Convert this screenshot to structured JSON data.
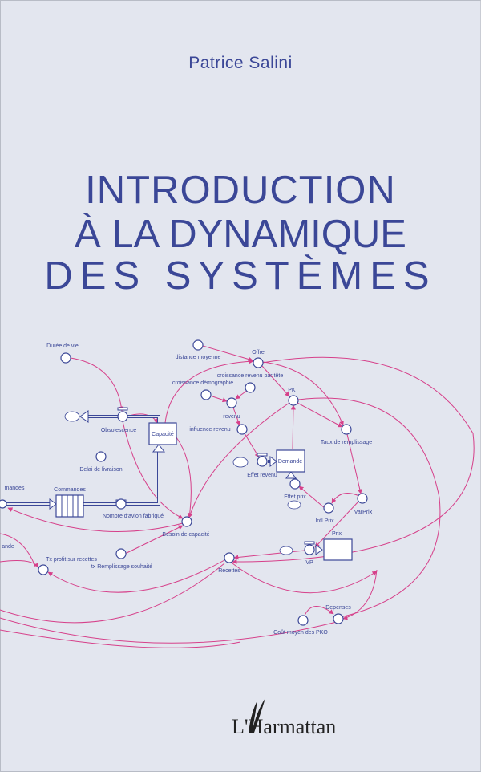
{
  "cover": {
    "author": "Patrice Salini",
    "title_lines": [
      "INTRODUCTION",
      "À LA DYNAMIQUE",
      "DES SYSTÈMES"
    ],
    "publisher": "L'Harmattan",
    "colors": {
      "background": "#e3e6ef",
      "title": "#3b4797",
      "links": "#d6408a"
    }
  },
  "diagram": {
    "labels": {
      "duree_de_vie": "Durée de vie",
      "distance_moyenne": "distance moyenne",
      "offre": "Offre",
      "croissance_revenu": "croissance revenu par tête",
      "croissance_demo": "croissance démographie",
      "revenu": "revenu",
      "influence_revenu": "influence revenu",
      "pkt": "PKT",
      "taux_remplissage": "Taux de remplissage",
      "obsolescence": "Obsolescence",
      "capacite": "Capacité",
      "delai": "Delai de livraison",
      "demande": "Demande",
      "effet_revenu": "Effet revenu",
      "effet_prix": "Effet prix",
      "infl_prix": "Infl Prix",
      "varprix": "VarPrix",
      "commandes": "Commandes",
      "mandes": "mandes",
      "nombre_avion": "Nombre d'avion fabriqué",
      "besoin": "Besoin de capacité",
      "ande": "ande",
      "tx_profit": "Tx profit sur recettes",
      "tx_remplissage": "tx Remplissage souhaité",
      "recettes": "Recettes",
      "prix": "Prix",
      "vp": "VP",
      "depenses": "Depenses",
      "cout_moyen": "Coût moyen des PKO"
    }
  }
}
